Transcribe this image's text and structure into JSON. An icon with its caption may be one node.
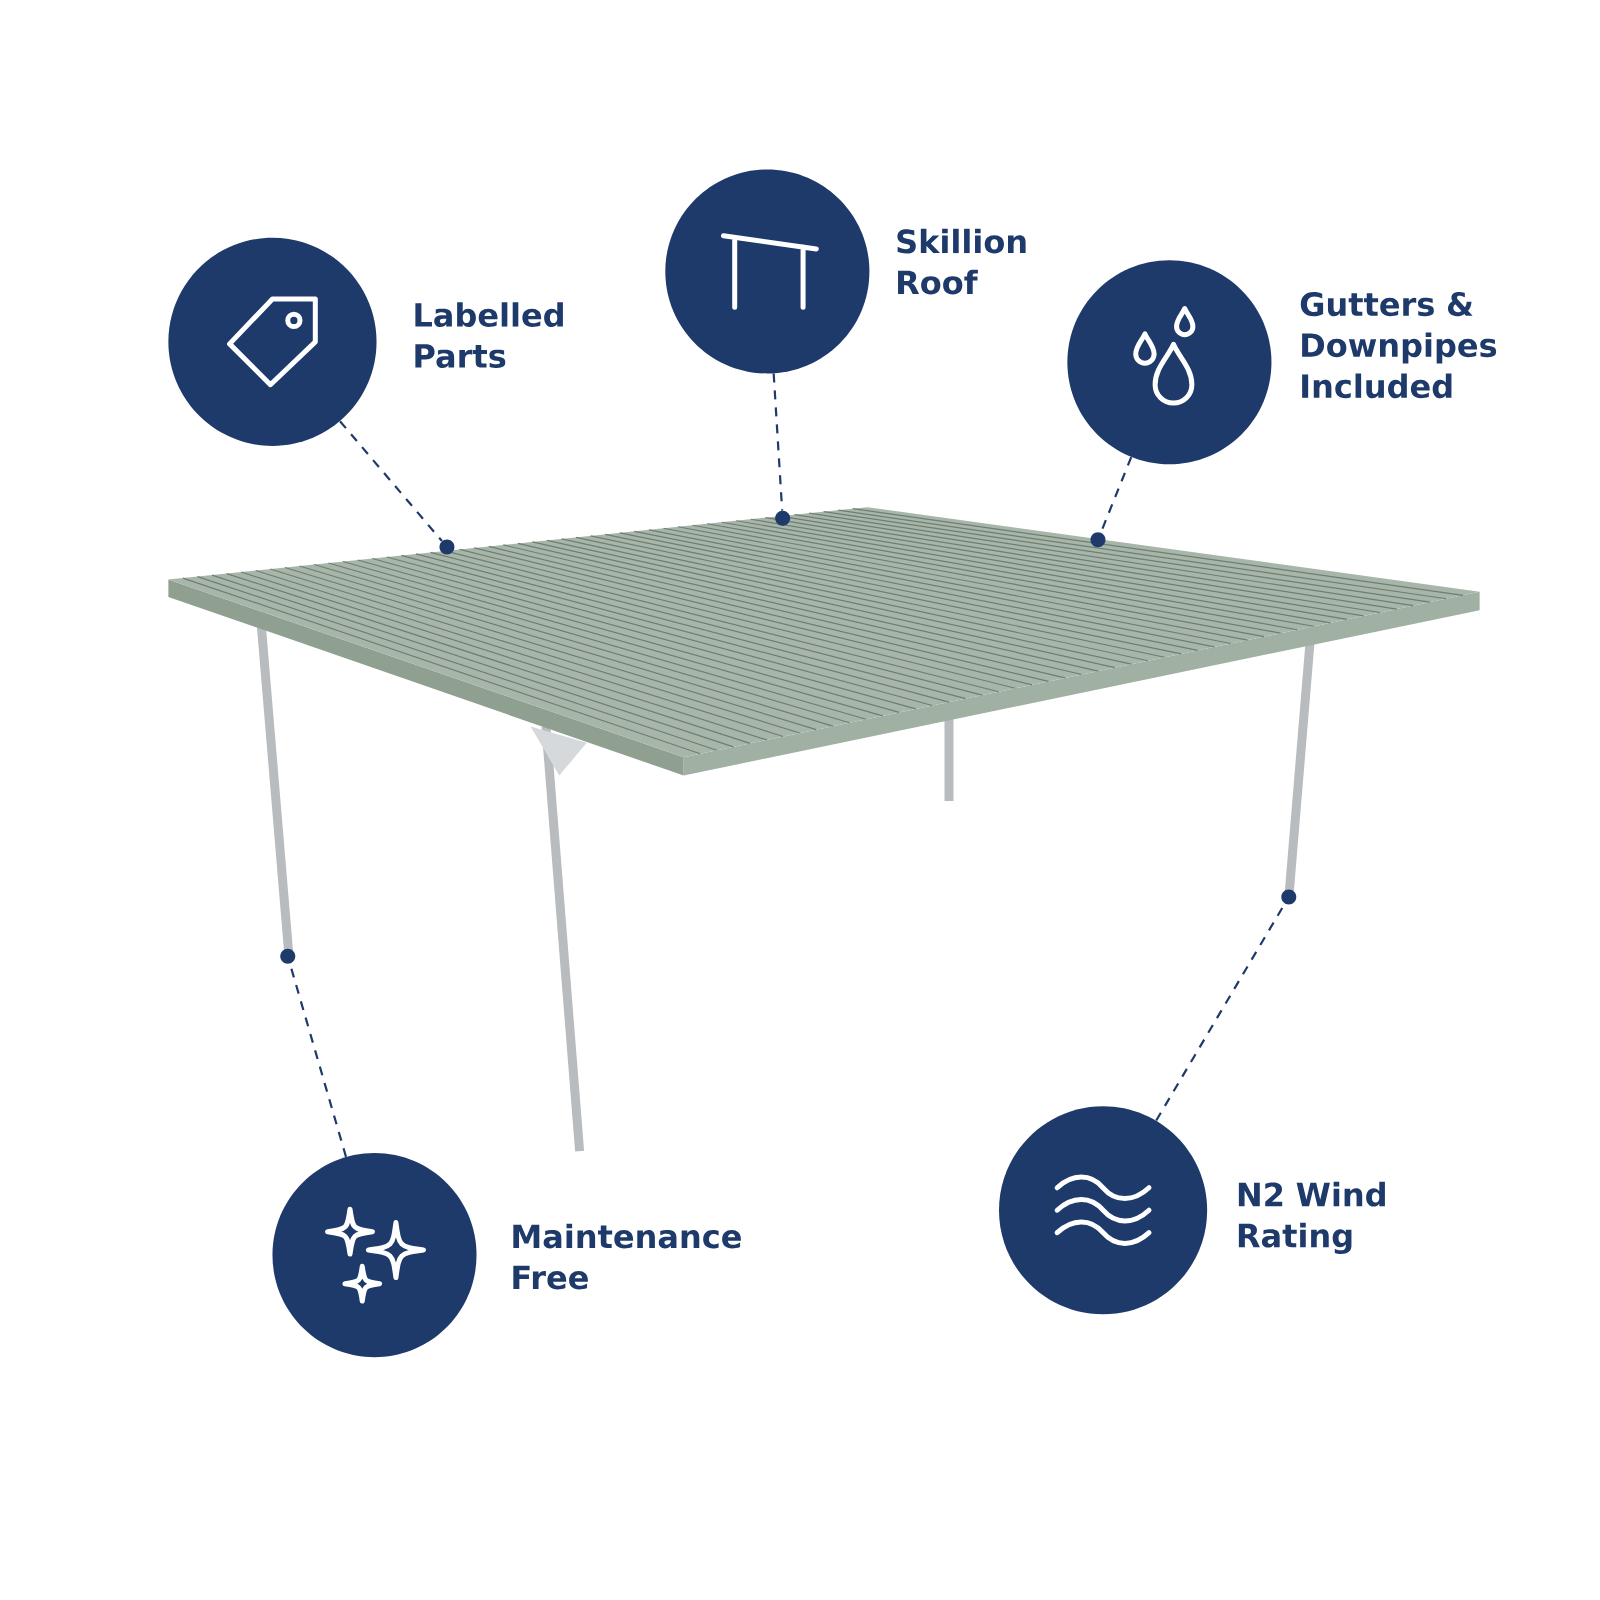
{
  "diagram": {
    "nodes": [
      {
        "text": [
          "Labelled Parts"
        ]
      },
      {
        "text": [
          "Skillion Roof"
        ]
      },
      {
        "text": [
          "Gutters & Downpipes Included"
        ]
      },
      {
        "text": [
          "Maintenance Free"
        ]
      },
      {
        "text": [
          "N2 Wind Rating"
        ]
      },
      {
        "text": [],
        "shape": "circle"
      },
      {
        "text": [],
        "shape": "circle"
      },
      {
        "text": [],
        "shape": "circle"
      },
      {
        "text": [],
        "shape": "circle"
      },
      {
        "text": [],
        "shape": "circle"
      }
    ],
    "edges": [
      {
        "from": 0,
        "to": 6,
        "arrow": "none",
        "style": "dashed"
      },
      {
        "from": 1,
        "to": 7,
        "arrow": "none",
        "style": "dashed"
      },
      {
        "from": 2,
        "to": 8,
        "arrow": "none",
        "style": "dashed"
      },
      {
        "from": 3,
        "to": 5,
        "arrow": "none",
        "style": "dashed"
      },
      {
        "from": 4,
        "to": 9,
        "arrow": "none",
        "style": "dashed"
      }
    ]
  }
}
